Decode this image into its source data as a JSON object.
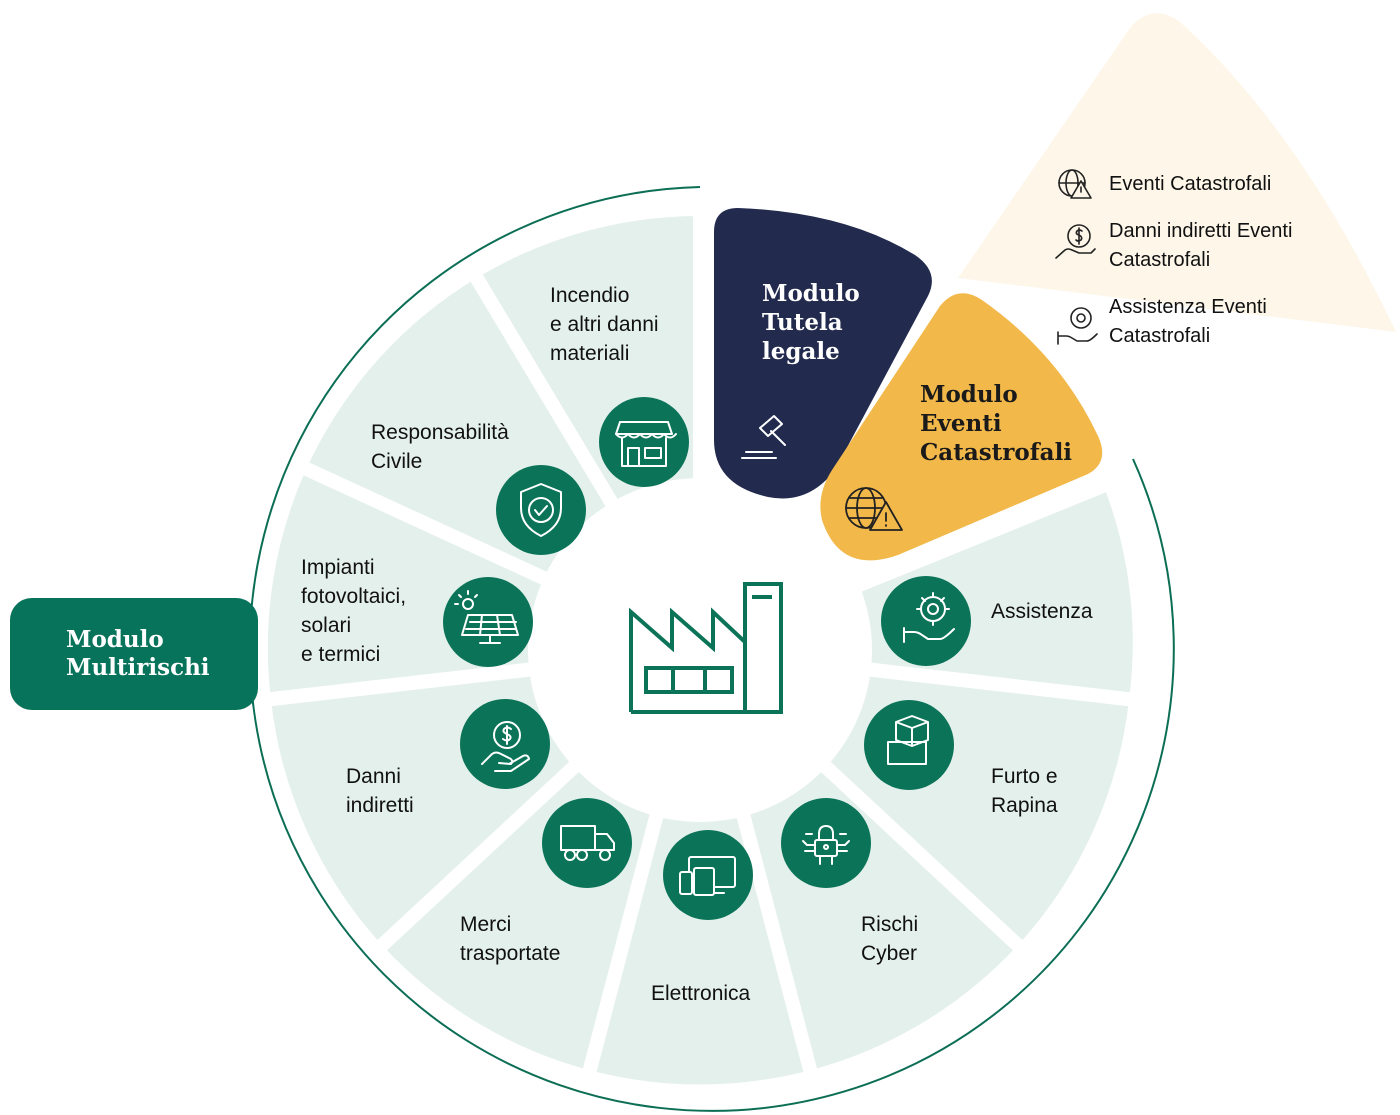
{
  "colors": {
    "outer_ring": "#0b6e55",
    "segment_fill": "#e4f0ec",
    "icon_circle": "#0b7458",
    "navy": "#222a4e",
    "gold": "#f2b84a",
    "cream": "#fdf6e9",
    "multirischi": "#07735a"
  },
  "modules": {
    "multirischi": {
      "line1": "Modulo",
      "line2": "Multirischi"
    },
    "tutela": {
      "line1": "Modulo",
      "line2": "Tutela",
      "line3": "legale",
      "icon": "gavel-icon"
    },
    "eventi": {
      "line1": "Modulo",
      "line2": "Eventi",
      "line3": "Catastrofali",
      "icon": "globe-warning-icon"
    }
  },
  "segments": [
    {
      "id": "incendio",
      "lines": [
        "Incendio",
        "e altri danni",
        "materiali"
      ],
      "icon": "shop-icon"
    },
    {
      "id": "responsabilita",
      "lines": [
        "Responsabilità",
        "Civile"
      ],
      "icon": "shield-check-icon"
    },
    {
      "id": "impianti",
      "lines": [
        "Impianti",
        "fotovoltaici,",
        "solari",
        "e termici"
      ],
      "icon": "solar-panel-icon"
    },
    {
      "id": "danni-indiretti",
      "lines": [
        "Danni",
        "indiretti"
      ],
      "icon": "hand-dollar-icon"
    },
    {
      "id": "merci",
      "lines": [
        "Merci",
        "trasportate"
      ],
      "icon": "truck-icon"
    },
    {
      "id": "elettronica",
      "lines": [
        "Elettronica"
      ],
      "icon": "devices-icon"
    },
    {
      "id": "cyber",
      "lines": [
        "Rischi",
        "Cyber"
      ],
      "icon": "cyber-lock-icon"
    },
    {
      "id": "furto",
      "lines": [
        "Furto e",
        "Rapina"
      ],
      "icon": "boxes-icon"
    },
    {
      "id": "assistenza",
      "lines": [
        "Assistenza"
      ],
      "icon": "hand-gear-icon"
    }
  ],
  "center": {
    "icon": "factory-icon"
  },
  "catastrofali_list": [
    {
      "lines": [
        "Eventi Catastrofali"
      ],
      "icon": "globe-warning-icon"
    },
    {
      "lines": [
        "Danni indiretti Eventi",
        "Catastrofali"
      ],
      "icon": "hand-dollar-icon"
    },
    {
      "lines": [
        "Assistenza Eventi",
        "Catastrofali"
      ],
      "icon": "hand-gear-icon"
    }
  ]
}
